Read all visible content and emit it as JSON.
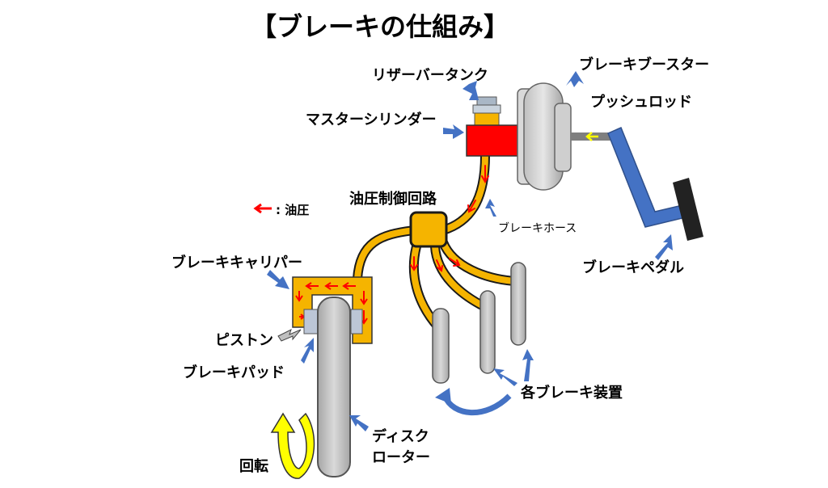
{
  "title": "【ブレーキの仕組み】",
  "legend": {
    "label": ": 油圧"
  },
  "labels": {
    "reservoir_tank": "リザーバータンク",
    "brake_booster": "ブレーキブースター",
    "push_rod": "プッシュロッド",
    "master_cylinder": "マスターシリンダー",
    "hydraulic_control_unit": "油圧制御回路",
    "brake_hose": "ブレーキホース",
    "brake_caliper": "ブレーキキャリパー",
    "brake_pedal": "ブレーキペダル",
    "piston": "ピストン",
    "brake_pad": "ブレーキパッド",
    "each_brake_unit": "各ブレーキ装置",
    "disc_rotor_line1": "ディスク",
    "disc_rotor_line2": "ローター",
    "rotation": "回転"
  },
  "colors": {
    "hose_fill": "#f5b400",
    "hose_outline": "#1a1a1a",
    "master_cylinder": "#ff0000",
    "pressure_arrow": "#ff0000",
    "pointer_arrow": "#4472c4",
    "disc": "#bfbfbf",
    "rotation_arrow": "#ffff00",
    "pad": "#8faadc",
    "pedal": "#222222"
  }
}
